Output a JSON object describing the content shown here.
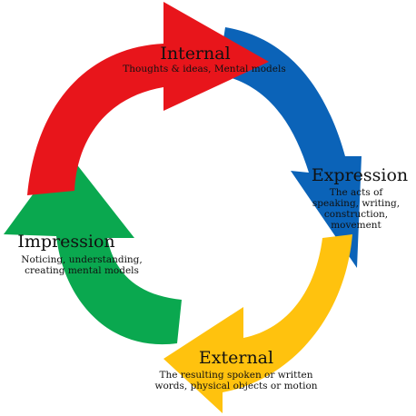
{
  "cycle": {
    "internal": {
      "title": "Internal",
      "desc": "Thoughts & ideas, Mental models",
      "color": "#e8151b"
    },
    "expression": {
      "title": "Expression",
      "desc_lines": [
        "The acts of",
        "speaking, writing,",
        "construction,",
        "movement"
      ],
      "color": "#0b63b8"
    },
    "external": {
      "title": "External",
      "desc_lines": [
        "The resulting spoken or written",
        "words, physical objects or motion"
      ],
      "color": "#ffc20e"
    },
    "impression": {
      "title": "Impression",
      "desc_lines": [
        "Noticing, understanding,",
        "creating mental models"
      ],
      "color": "#0aa84f"
    }
  }
}
